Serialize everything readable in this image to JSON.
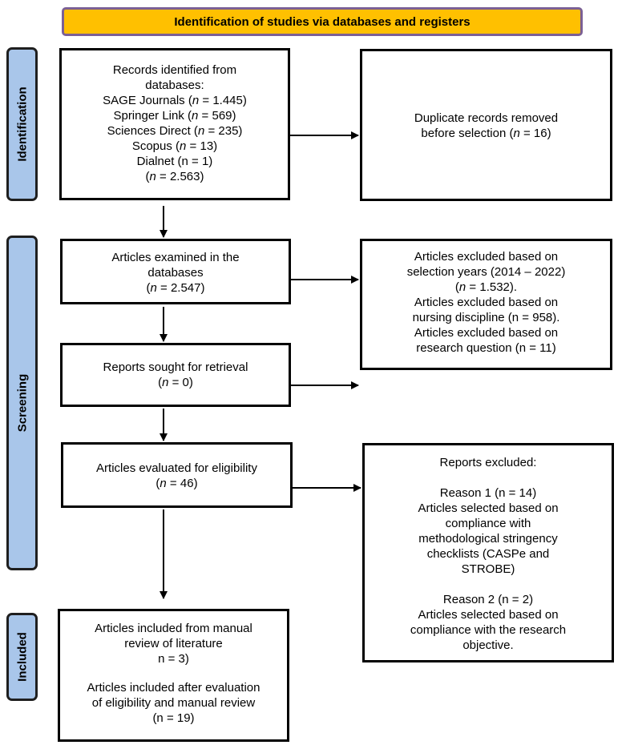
{
  "banner": {
    "title": "Identification of studies via databases and registers"
  },
  "phases": {
    "identification": "Identification",
    "screening": "Screening",
    "included": "Included"
  },
  "records_identified": {
    "heading_1": "Records identified from",
    "heading_2": "databases:",
    "sources": [
      {
        "name": "SAGE Journals",
        "n": "1.445"
      },
      {
        "name": "Springer Link",
        "n": "569"
      },
      {
        "name": "Sciences Direct",
        "n": "235"
      },
      {
        "name": "Scopus",
        "n": "13"
      }
    ],
    "dialnet": "Dialnet (n = 1)",
    "total_n": "2.563"
  },
  "duplicates": {
    "line_1": "Duplicate records removed",
    "line_2_prefix": "before selection (",
    "n": "16"
  },
  "examined": {
    "line_1": "Articles examined in the",
    "line_2": "databases",
    "n": "2.547"
  },
  "excluded_screening": {
    "line_1": "Articles excluded based on",
    "line_2": "selection years (2014 – 2022)",
    "line_3_n": "1.532",
    "line_4": "Articles excluded based on",
    "line_5": "nursing discipline (n = 958).",
    "line_6": "Articles excluded based on",
    "line_7": "research question (n = 11)"
  },
  "retrieval": {
    "line_1": "Reports sought for retrieval",
    "n": "0"
  },
  "eligibility": {
    "line_1": "Articles evaluated for eligibility",
    "n": "46"
  },
  "reports_excluded": {
    "heading": "Reports excluded:",
    "reason_1": "Reason 1 (n = 14)",
    "reason_1_lines": [
      "Articles selected based on",
      "compliance with",
      "methodological stringency",
      "checklists (CASPe and",
      "STROBE)"
    ],
    "reason_2": "Reason 2 (n = 2)",
    "reason_2_lines": [
      "Articles selected based on",
      "compliance with the research",
      "objective."
    ]
  },
  "included": {
    "line_1": "Articles included from manual",
    "line_2": "review of literature",
    "line_3": "n = 3)",
    "line_4": "Articles included after evaluation",
    "line_5": "of eligibility and manual review",
    "line_6": "(n = 19)"
  },
  "colors": {
    "banner": "#ffc000",
    "banner_border": "#7b6095",
    "phase": "#a9c6ea"
  }
}
